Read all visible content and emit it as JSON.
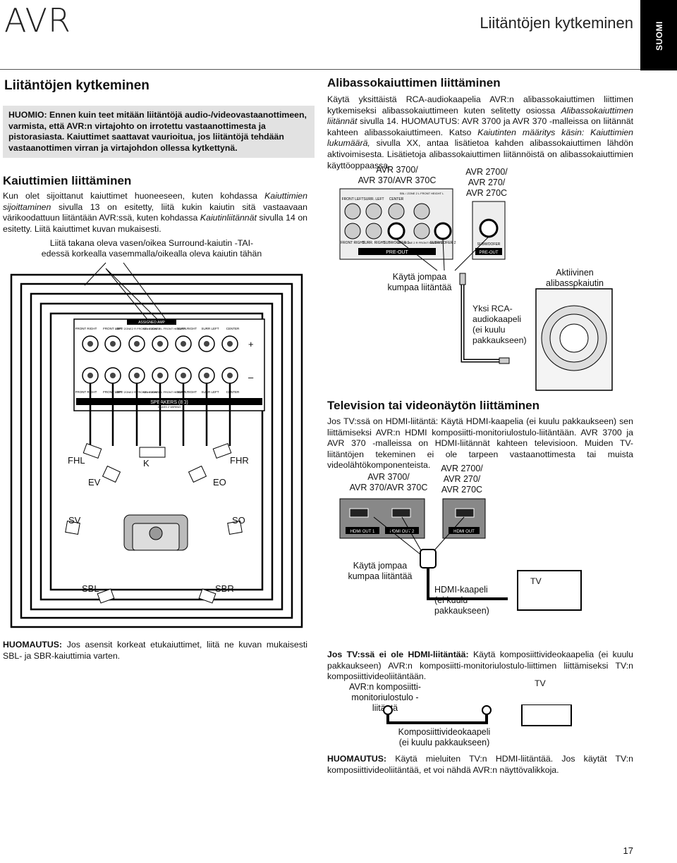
{
  "header": {
    "logo": "AVR",
    "title": "Liitäntöjen kytkeminen",
    "side_tab": "SUOMI"
  },
  "left": {
    "heading": "Liitäntöjen kytkeminen",
    "warning": "HUOMIO: Ennen kuin teet mitään liitäntöjä audio-/videovastaanottimeen, varmista, että AVR:n virtajohto on irrotettu vastaanottimesta ja pistorasiasta. Kaiuttimet saattavat vaurioitua, jos liitäntöjä tehdään vastaanottimen virran ja virtajohdon ollessa kytkettynä.",
    "speakers_heading": "Kaiuttimien liittäminen",
    "speakers_p1": "Kun olet sijoittanut kaiuttimet huoneeseen, kuten kohdassa ",
    "speakers_p1_i1": "Kaiuttimien sijoittaminen",
    "speakers_p1_b": " sivulla 13 on esitetty, liitä kukin kaiutin sitä vastaavaan värikoodattuun liitäntään AVR:ssä, kuten kohdassa ",
    "speakers_p1_i2": "Kaiutinliitännät",
    "speakers_p1_c": " sivulla 14 on esitetty. Liitä kaiuttimet kuvan mukaisesti.",
    "callout": "Liitä takana oleva vasen/oikea Surround-kaiutin -TAI- edessä korkealla vasemmalla/oikealla oleva kaiutin tähän",
    "panel": {
      "assigned_amp": "ASSIGNED AMP",
      "speakers_label": "SPEAKERS (8Ω)",
      "class_label": "CLASS 2 WIRING",
      "top_labels": [
        "FRONT RIGHT",
        "FRONT LEFT",
        "SBR / ZONE2 R FRONT HEIGHT R",
        "SBL / ZONE2 L FRONT HEIGHT L",
        "SURR RIGHT",
        "SURR LEFT",
        "CENTER"
      ],
      "bottom_labels": [
        "FRONT RIGHT",
        "FRONT LEFT",
        "SBR / ZONE2 R FRONT HEIGHT R",
        "SBL / ZONE2 L FRONT HEIGHT L",
        "SURR RIGHT",
        "SURR LEFT",
        "CENTER"
      ],
      "plus": "+",
      "minus": "–"
    },
    "speakers": {
      "fhl": "FHL",
      "k": "K",
      "fhr": "FHR",
      "ev": "EV",
      "eo": "EO",
      "sv": "SV",
      "so": "SO",
      "sbl": "SBL",
      "sbr": "SBR"
    },
    "note_label": "HUOMAUTUS:",
    "note_text": " Jos asensit korkeat etukaiuttimet, liitä ne kuvan mukaisesti SBL- ja SBR-kaiuttimia varten."
  },
  "right": {
    "sub_heading": "Alibassokaiuttimen liittäminen",
    "sub_p_a": "Käytä yksittäistä RCA-audiokaapelia AVR:n alibassokaiuttimen liittimen kytkemiseksi alibassokaiuttimeen kuten selitetty osiossa ",
    "sub_p_i1": "Alibassokaiuttimen liitännät",
    "sub_p_b": " sivulla 14. HUOMAUTUS: AVR 3700 ja AVR 370 -malleissa on liitännät kahteen alibassokaiuttimeen. Katso ",
    "sub_p_i2": "Kaiutinten määritys käsin: Kaiuttimien lukumäärä,",
    "sub_p_c": " sivulla XX, antaa lisätietoa kahden alibassokaiuttimen lähdön aktivoimisesta. Lisätietoja alibassokaiuttimen liitännöistä on alibassokaiuttimien käyttöoppaassa.",
    "sub_diag": {
      "model_a": "AVR 3700/\nAVR 370/AVR 370C",
      "model_b": "AVR 2700/\nAVR 270/\nAVR 270C",
      "row_top": [
        "FRONT LEFT",
        "SURR. LEFT",
        "CENTER",
        "SBL / ZONE 2 L FRONT HEIGHT L"
      ],
      "row_bot": [
        "FRONT RIGHT",
        "SURR. RIGHT",
        "SUBWOOFER 1",
        "SBR / ZONE 2 R FRONT HEIGHT R",
        "SUBWOOFER 2"
      ],
      "pre_out": "PRE-OUT",
      "sub_small": "SUBWOOFER",
      "choose": "Käytä jompaa\nkumpaa liitäntää",
      "active_sub": "Aktiivinen\nalibassokaiutin",
      "cable": "Yksi RCA-\naudiokaapeli\n(ei kuulu\npakkaukseen)"
    },
    "tv_heading": "Television tai videonäytön liittäminen",
    "tv_p": "Jos TV:ssä on HDMI-liitäntä: Käytä HDMI-kaapelia (ei kuulu pakkaukseen) sen liittämiseksi AVR:n HDMI komposiitti-monitoriulostulo-liitäntään. AVR 3700 ja AVR 370 -malleissa on HDMI-liitännät kahteen televisioon. Muiden TV-liitäntöjen tekeminen ei ole tarpeen vastaanottimesta tai muista videolähtökomponenteista.",
    "tv_diag": {
      "model_a": "AVR 3700/\nAVR 370/AVR 370C",
      "model_b": "AVR 2700/\nAVR 270/\nAVR 270C",
      "hdmi_out_1": "HDMI OUT 1",
      "hdmi_out_2": "HDMI OUT 2",
      "hdmi_out": "HDMI OUT",
      "choose": "Käytä jompaa\nkumpaa liitäntää",
      "cable": "HDMI-kaapeli\n(ei kuulu pakkaukseen)",
      "tv": "TV"
    },
    "comp_p_label": "Jos TV:ssä ei ole HDMI-liitäntää:",
    "comp_p_text": " Käytä komposiittivideokaapelia (ei kuulu pakkaukseen) AVR:n komposiitti-monitoriulostulo-liittimen liittämiseksi TV:n komposiittivideoliitäntään.",
    "comp_diag": {
      "avr_label": "AVR:n komposiitti-\nmonitoriulostulo -liitäntä",
      "tv": "TV",
      "cable": "Komposiittivideokaapeli\n(ei kuulu pakkaukseen)"
    },
    "note_label": "HUOMAUTUS:",
    "note_text": " Käytä mieluiten TV:n HDMI-liitäntää. Jos käytät TV:n komposiittivideoliitäntää, et voi nähdä AVR:n näyttövalikkoja."
  },
  "footer": {
    "page": "17"
  }
}
